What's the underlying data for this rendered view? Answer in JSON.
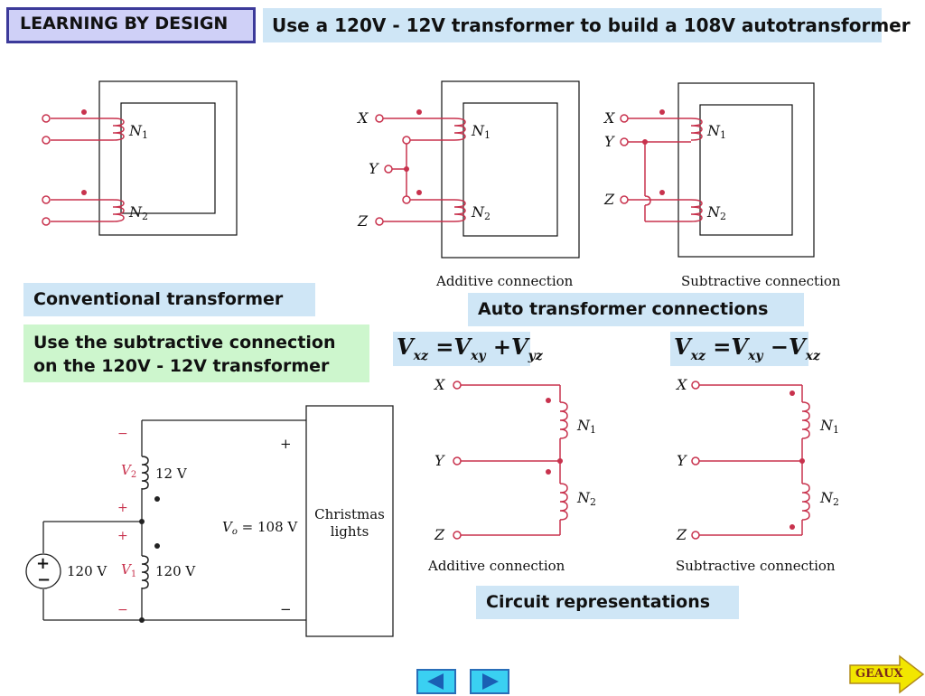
{
  "header": {
    "badge": "LEARNING BY DESIGN",
    "title": "Use a 120V - 12V transformer to build a 108V autotransformer"
  },
  "labels": {
    "conventional": "Conventional transformer",
    "auto_connections": "Auto transformer connections",
    "circuit_representations": "Circuit representations",
    "subtractive_note_line1": "Use the subtractive connection",
    "subtractive_note_line2": "on the 120V - 12V transformer"
  },
  "equations": {
    "additive": {
      "v1": "V",
      "s1": "xz",
      "eq": " =",
      "v2": "V",
      "s2": "xy",
      "op": " +",
      "v3": "V",
      "s3": "yz"
    },
    "subtractive": {
      "v1": "V",
      "s1": "xz",
      "eq": " =",
      "v2": "V",
      "s2": "xy",
      "op": " −",
      "v3": "V",
      "s3": "xz"
    }
  },
  "diagram": {
    "n1": "N",
    "n1_sub": "1",
    "n2": "N",
    "n2_sub": "2",
    "x": "X",
    "y": "Y",
    "z": "Z",
    "additive_connection": "Additive connection",
    "subtractive_connection": "Subtractive connection"
  },
  "circuit": {
    "minus": "−",
    "plus": "+",
    "v2": "V",
    "v2_sub": "2",
    "v2_value": "12 V",
    "v1": "V",
    "v1_sub": "1",
    "v1_value": "120 V",
    "source_value": "120 V",
    "vo": "V",
    "vo_sub": "o",
    "vo_value": " = 108 V",
    "load_line1": "Christmas",
    "load_line2": "lights"
  },
  "nav": {
    "geaux": "GEAUX",
    "prev_icon": "left-triangle-icon",
    "next_icon": "right-triangle-icon",
    "geaux_icon": "arrow-right-icon"
  },
  "colors": {
    "wire": "#c8324d",
    "badge_border": "#3c3a9a",
    "label_blue": "#cfe6f6",
    "label_green": "#cdf6cd",
    "badge_bg": "#cfd0f7",
    "nav_button": "#3ad0f2",
    "geaux_bg": "#f2e600"
  }
}
